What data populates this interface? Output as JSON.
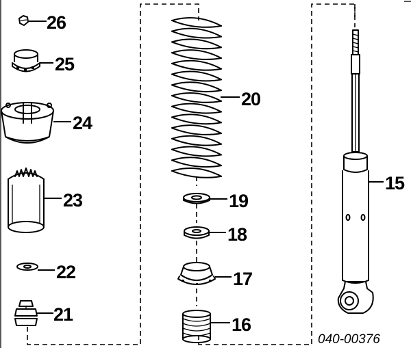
{
  "diagram": {
    "drawing_number": "040-00376",
    "parts": [
      {
        "id": "p26",
        "label": "26"
      },
      {
        "id": "p25",
        "label": "25"
      },
      {
        "id": "p24",
        "label": "24"
      },
      {
        "id": "p23",
        "label": "23"
      },
      {
        "id": "p22",
        "label": "22"
      },
      {
        "id": "p21",
        "label": "21"
      },
      {
        "id": "p20",
        "label": "20"
      },
      {
        "id": "p19",
        "label": "19"
      },
      {
        "id": "p18",
        "label": "18"
      },
      {
        "id": "p17",
        "label": "17"
      },
      {
        "id": "p16",
        "label": "16"
      },
      {
        "id": "p15",
        "label": "15"
      }
    ]
  }
}
